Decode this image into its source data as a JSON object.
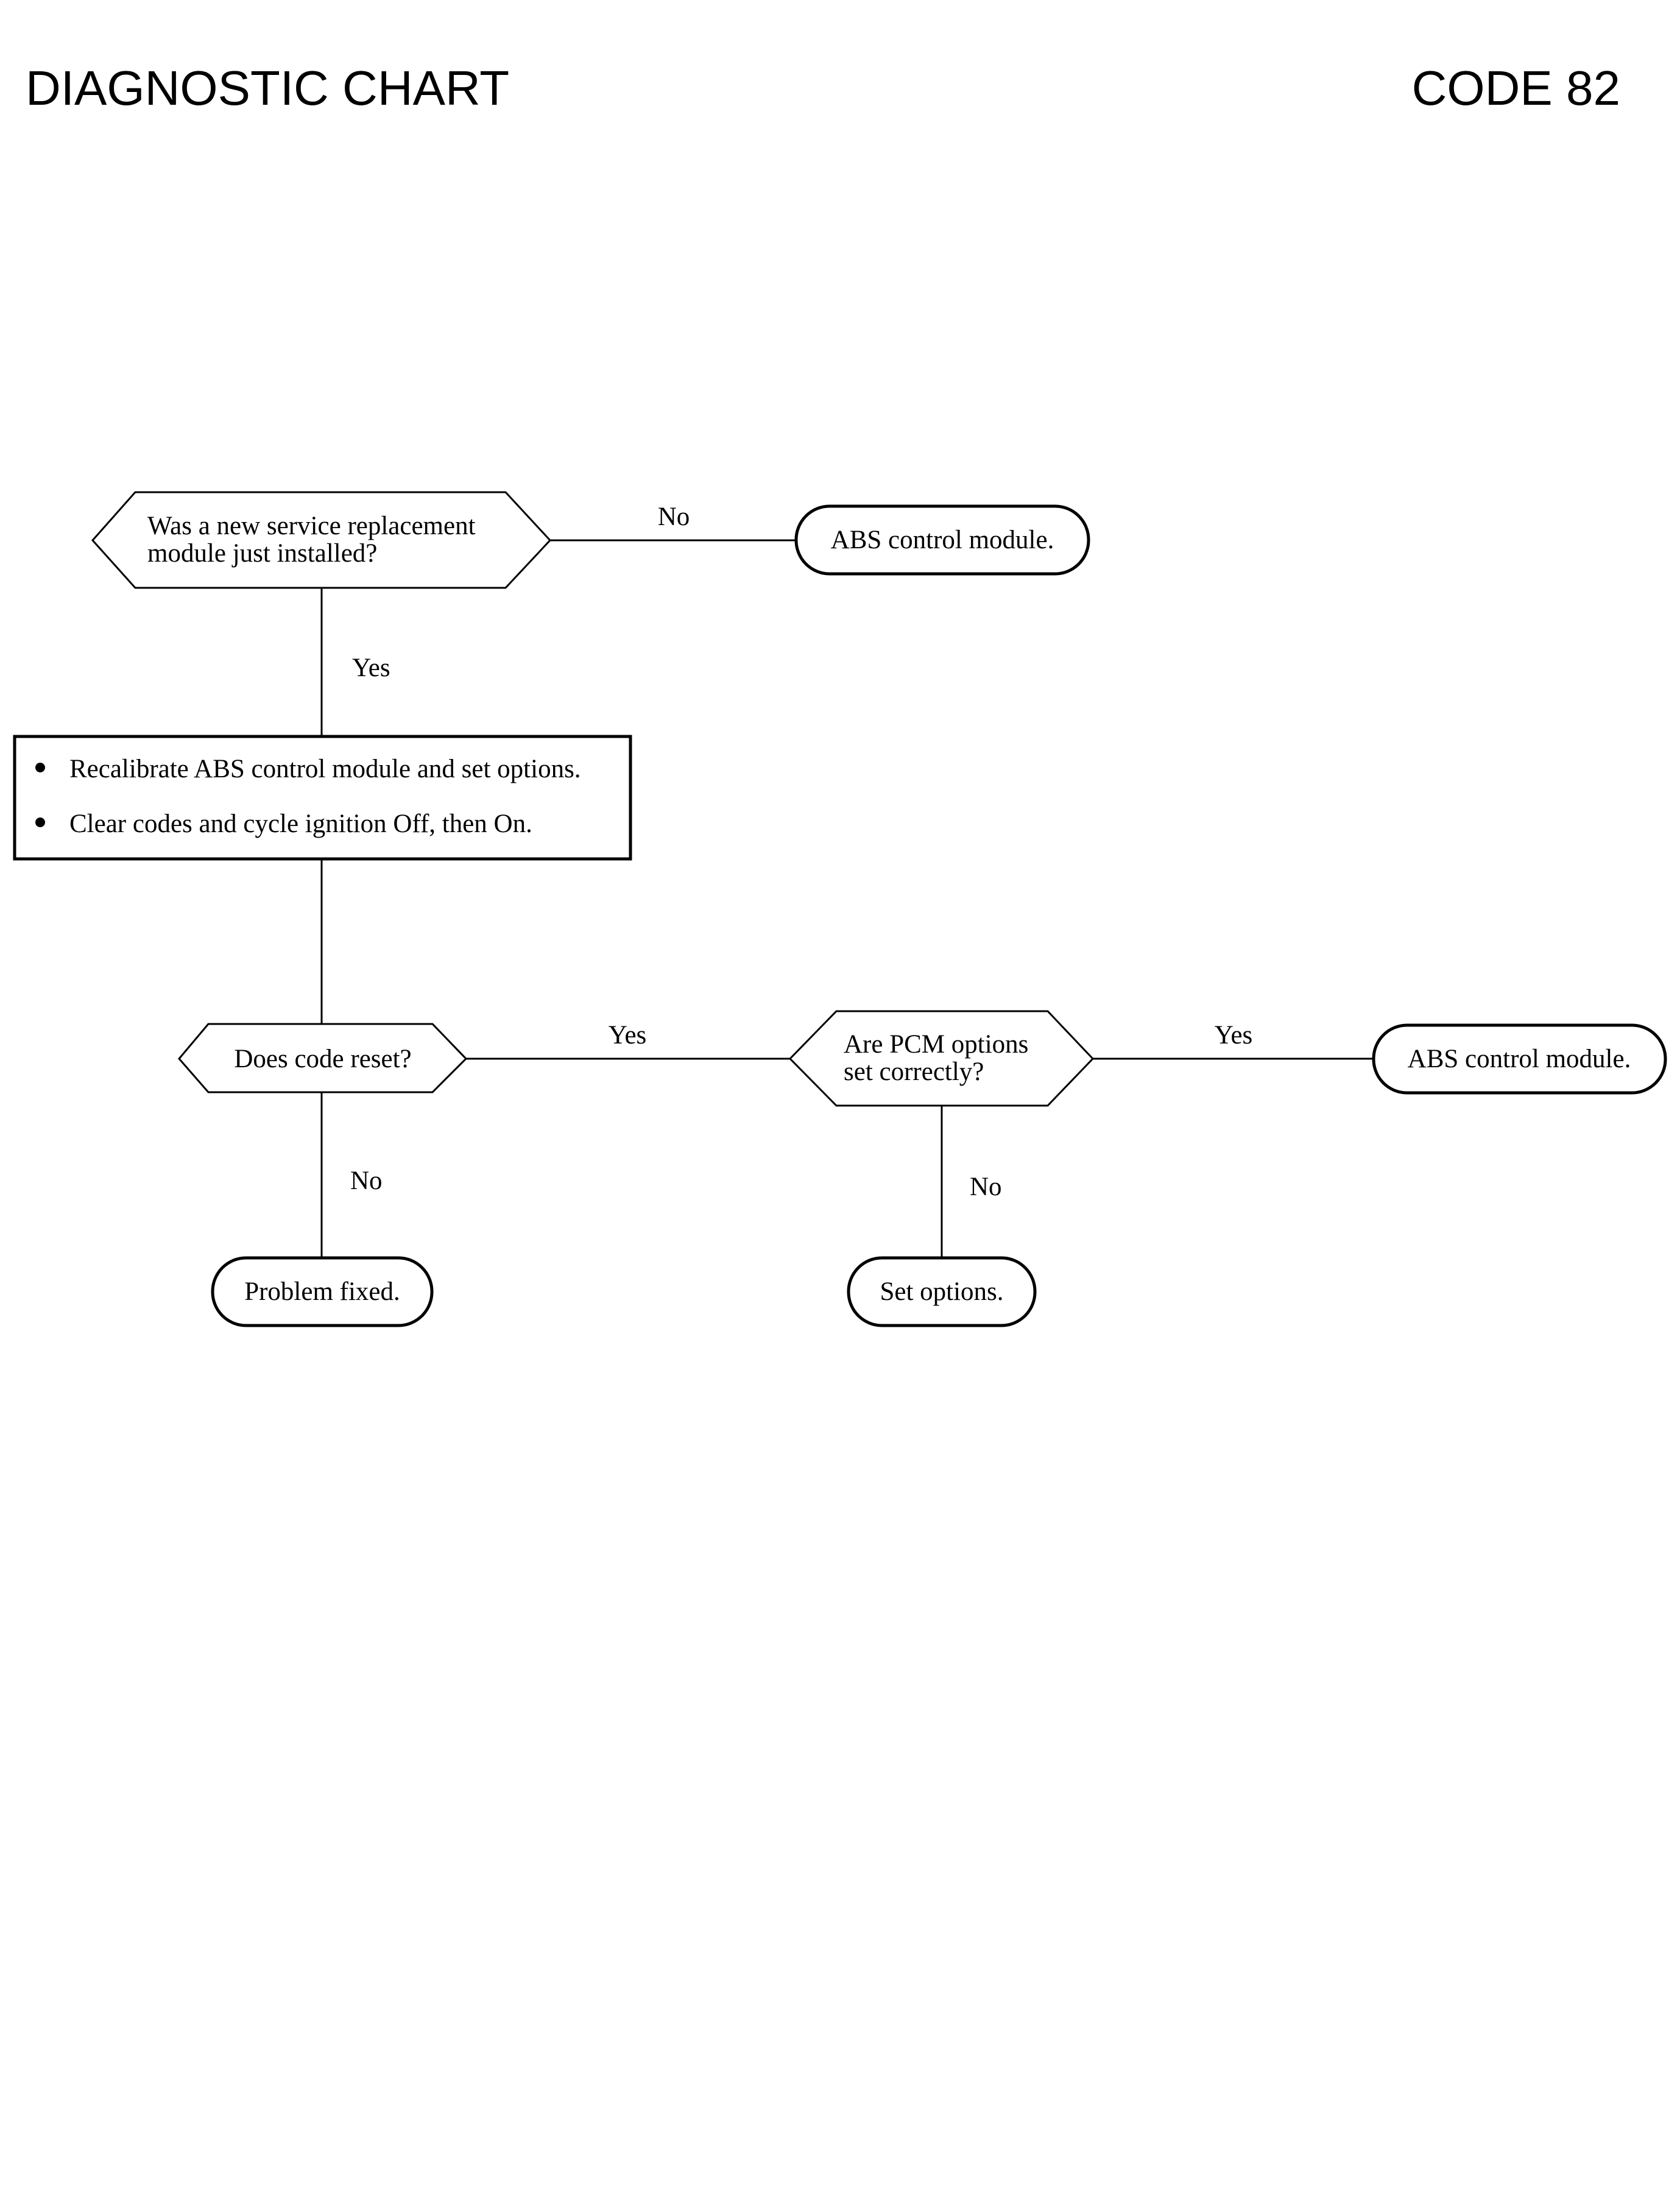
{
  "header": {
    "title": "DIAGNOSTIC CHART",
    "code": "CODE 82"
  },
  "nodes": {
    "q1": {
      "line1": "Was a new service replacement",
      "line2": "module just installed?"
    },
    "t1": {
      "text": "ABS control module."
    },
    "action": {
      "item1": "Recalibrate ABS control module and set options.",
      "item2": "Clear codes and cycle ignition Off, then On."
    },
    "q2": {
      "text": "Does code reset?"
    },
    "q3": {
      "line1": "Are PCM options",
      "line2": "set correctly?"
    },
    "t2": {
      "text": "ABS control module."
    },
    "t3": {
      "text": "Problem fixed."
    },
    "t4": {
      "text": "Set options."
    }
  },
  "edges": {
    "q1_no": "No",
    "q1_yes": "Yes",
    "q2_yes": "Yes",
    "q2_no": "No",
    "q3_yes": "Yes",
    "q3_no": "No"
  }
}
